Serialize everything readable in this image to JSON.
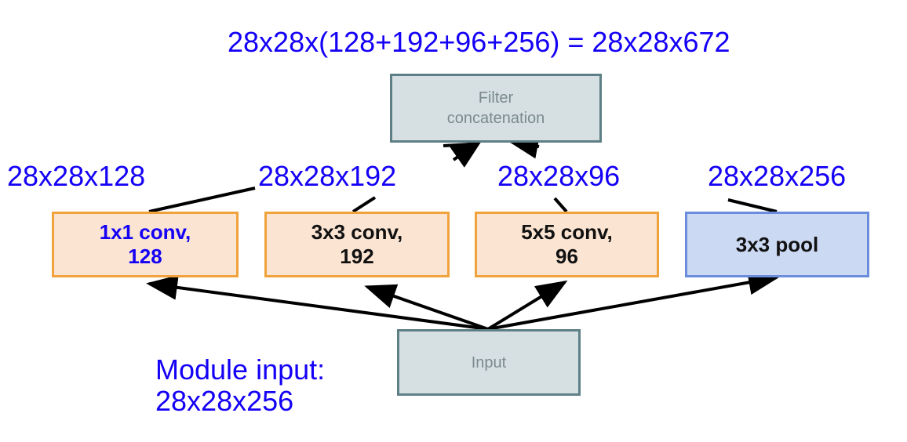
{
  "output_label": "28x28x(128+192+96+256) = 28x28x672",
  "concat_box": {
    "label": "Filter\nconcatenation"
  },
  "branch_outputs": [
    "28x28x128",
    "28x28x192",
    "28x28x96",
    "28x28x256"
  ],
  "branches": [
    {
      "label": "1x1 conv,\n128"
    },
    {
      "label": "3x3 conv,\n192"
    },
    {
      "label": "5x5 conv,\n96"
    },
    {
      "label": "3x3 pool"
    }
  ],
  "input_box": {
    "label": "Input"
  },
  "module_input_label": "Module input:\n28x28x256",
  "colors": {
    "annotation_text": "#1400f5",
    "grey_fill": "#d6e0e2",
    "grey_border": "#5e7f86",
    "orange_fill": "#fbe4d2",
    "orange_border": "#f0a23c",
    "pool_fill": "#ccd9f3",
    "pool_border": "#6b8ddb",
    "arrow": "#000000"
  }
}
